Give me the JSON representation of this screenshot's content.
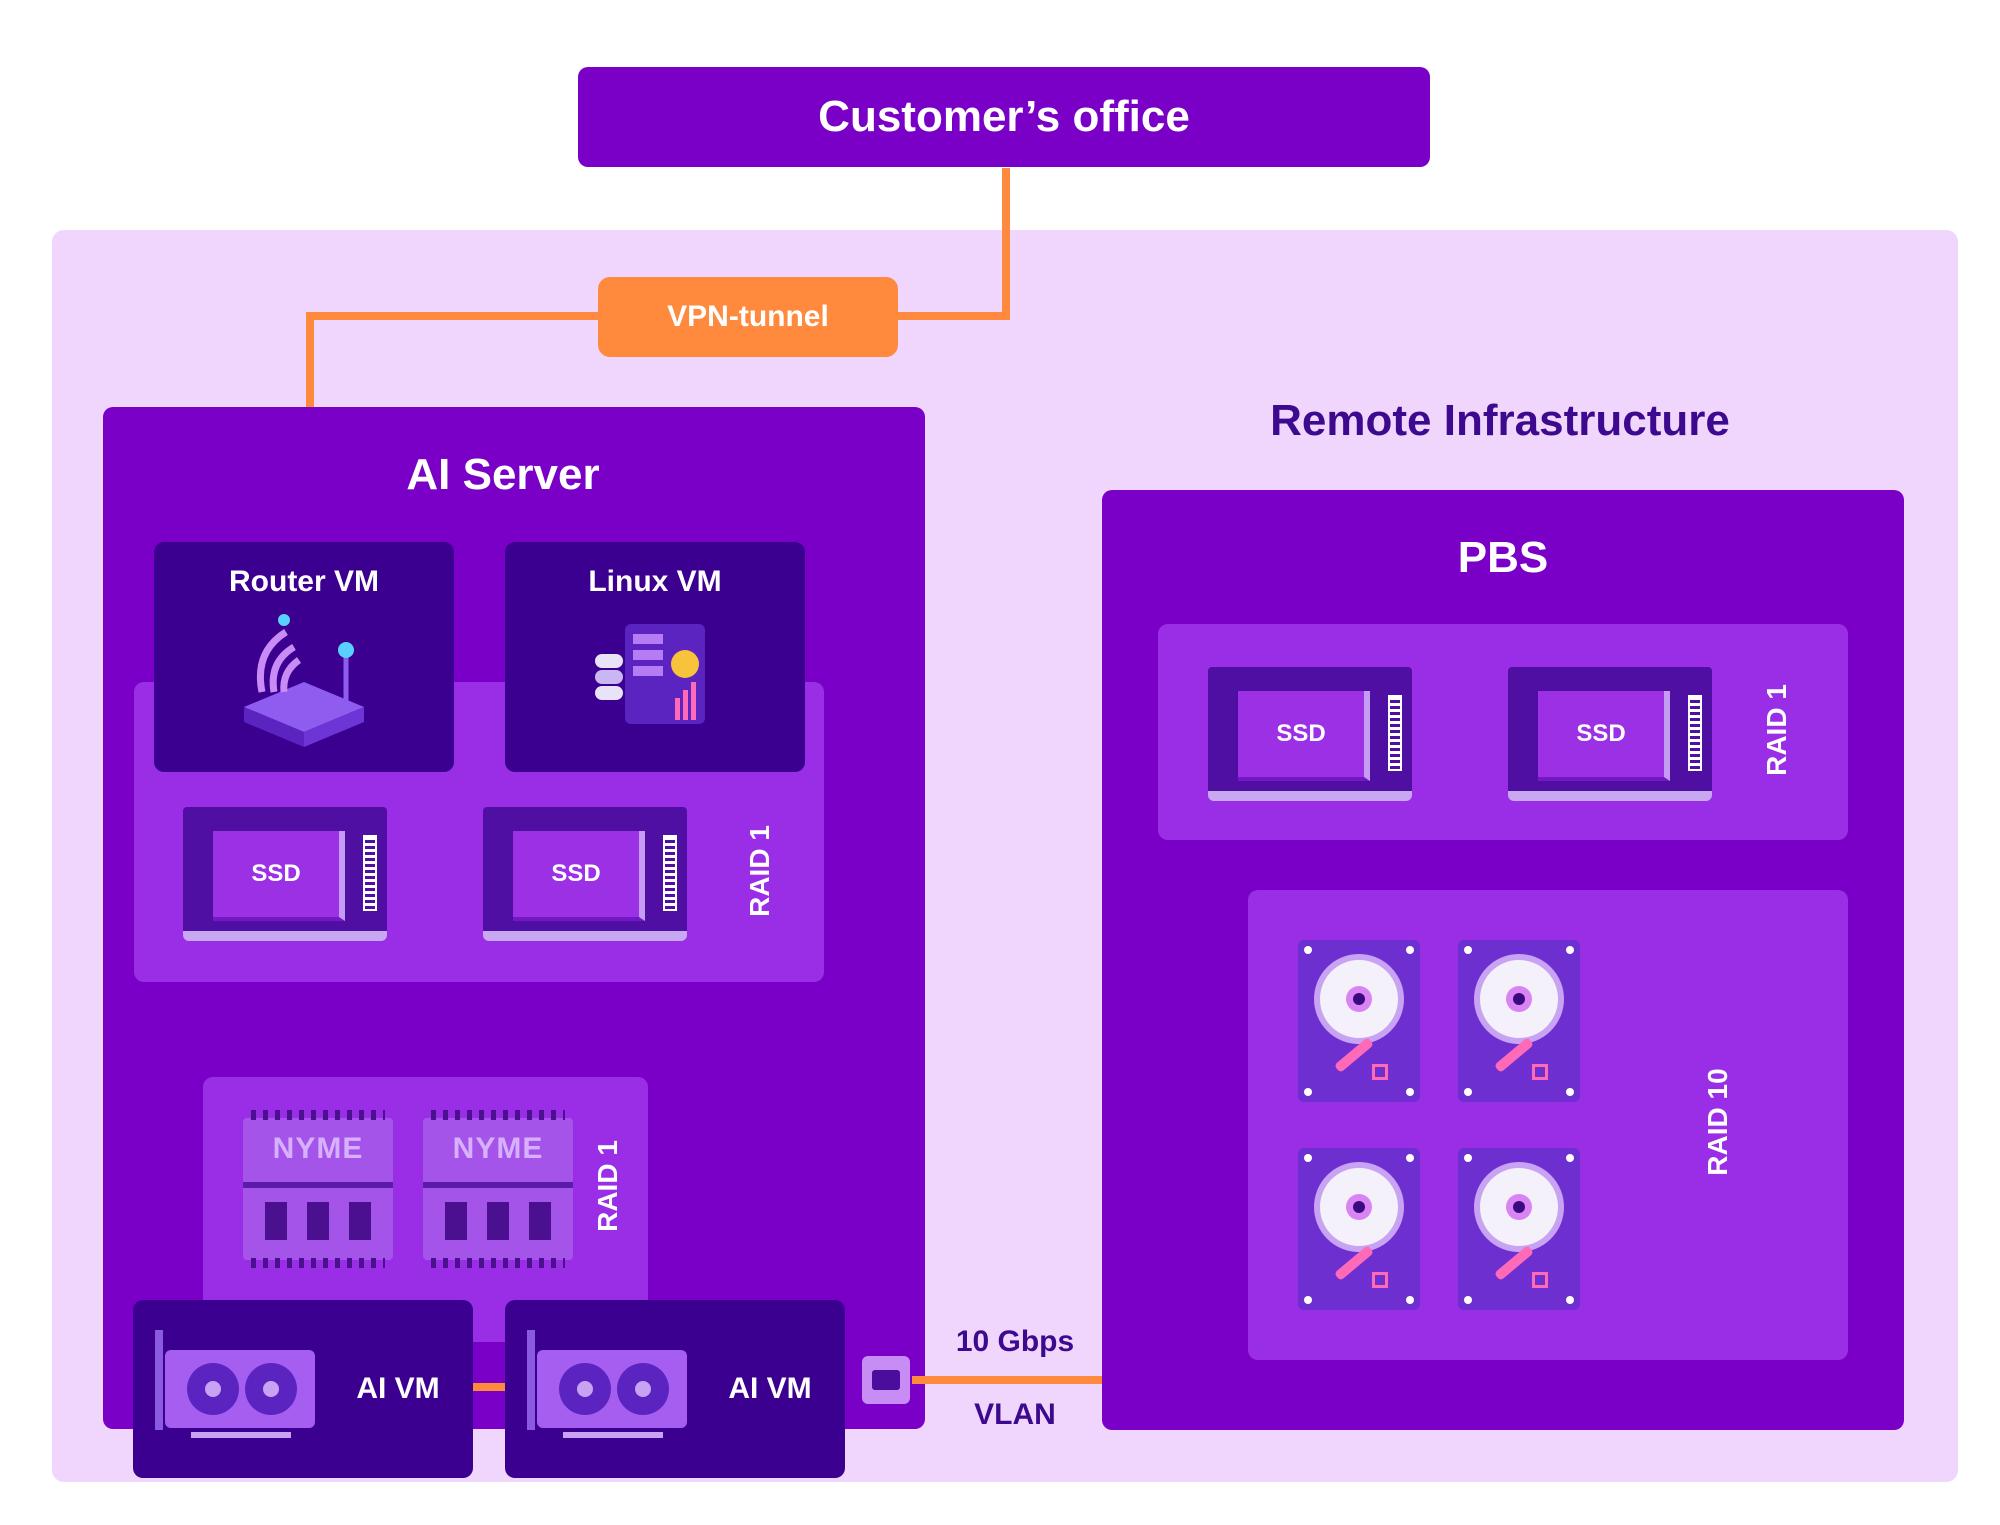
{
  "office": {
    "label": "Customer’s office"
  },
  "vpn": {
    "label": "VPN-tunnel"
  },
  "remote": {
    "label": "Remote Infrastructure"
  },
  "ai_server": {
    "title": "AI Server",
    "router_vm": "Router VM",
    "linux_vm": "Linux VM",
    "ssd_label": "SSD",
    "ssd_raid": "RAID 1",
    "nyme_label": "NYME",
    "nyme_raid": "RAID 1",
    "ai_vm": "AI VM"
  },
  "link": {
    "speed": "10 Gbps",
    "type": "VLAN"
  },
  "pbs": {
    "title": "PBS",
    "ssd_label": "SSD",
    "ssd_raid": "RAID 1",
    "hdd_raid": "RAID 10"
  },
  "colors": {
    "primary": "#7a00c8",
    "dark": "#3c0090",
    "light_bg": "#f0d6fc",
    "wire": "#ff8a3d",
    "remote_text": "#3d0a8f"
  }
}
